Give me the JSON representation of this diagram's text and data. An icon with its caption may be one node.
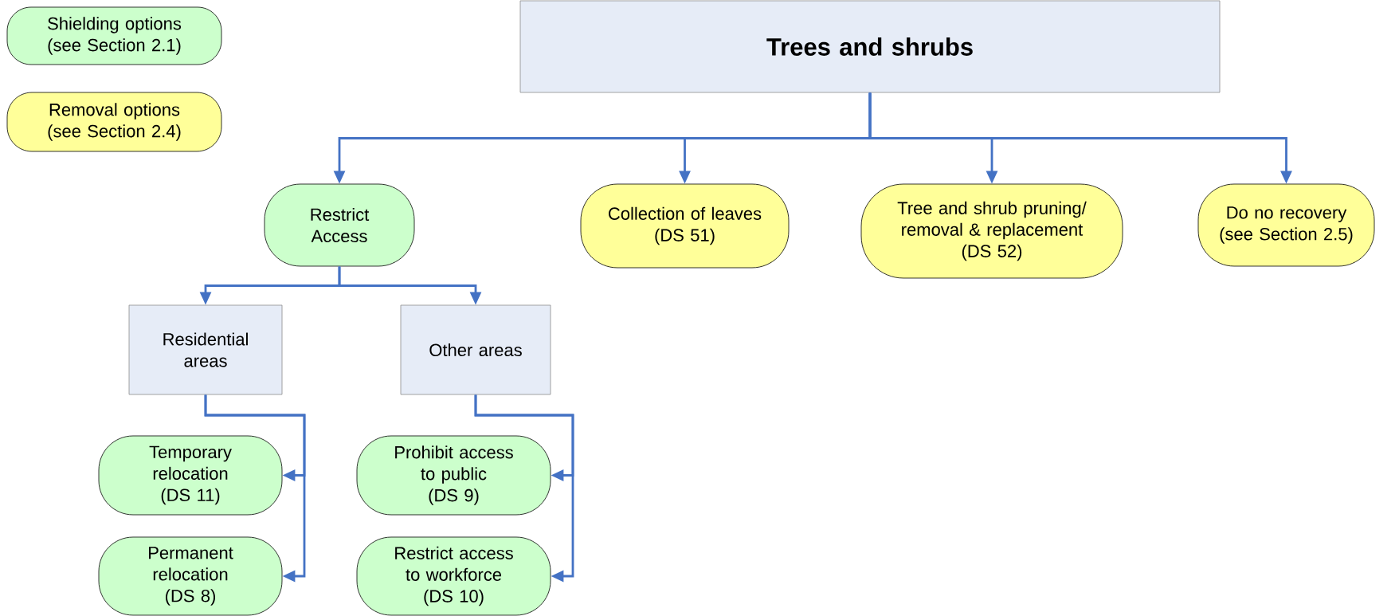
{
  "diagram": {
    "nodes": [
      {
        "text": [
          "Trees and shrubs"
        ]
      },
      {
        "text": [
          "Shielding options",
          "(see Section 2.1)"
        ]
      },
      {
        "text": [
          "Removal options",
          "(see Section 2.4)"
        ]
      },
      {
        "text": [
          "Restrict Access"
        ]
      },
      {
        "text": [
          "Collection of leaves",
          "(DS 51)"
        ]
      },
      {
        "text": [
          "Tree and shrub pruning/ removal & replacement",
          "(DS 52)"
        ]
      },
      {
        "text": [
          "Do no recovery",
          "(see Section 2.5)"
        ]
      },
      {
        "text": [
          "Residential areas"
        ]
      },
      {
        "text": [
          "Other areas"
        ]
      },
      {
        "text": [
          "Temporary relocation",
          "(DS 11)"
        ]
      },
      {
        "text": [
          "Permanent relocation",
          "(DS 8)"
        ]
      },
      {
        "text": [
          "Prohibit access to public",
          "(DS 9)"
        ]
      },
      {
        "text": [
          "Restrict access to workforce",
          "(DS 10)"
        ]
      }
    ],
    "edges": [
      {
        "from": 0,
        "to": 3,
        "arrow": "to"
      },
      {
        "from": 0,
        "to": 4,
        "arrow": "to"
      },
      {
        "from": 0,
        "to": 5,
        "arrow": "to"
      },
      {
        "from": 0,
        "to": 6,
        "arrow": "to"
      },
      {
        "from": 3,
        "to": 7,
        "arrow": "to"
      },
      {
        "from": 3,
        "to": 8,
        "arrow": "to"
      },
      {
        "from": 7,
        "to": 9,
        "arrow": "to"
      },
      {
        "from": 7,
        "to": 10,
        "arrow": "to"
      },
      {
        "from": 8,
        "to": 11,
        "arrow": "to"
      },
      {
        "from": 8,
        "to": 12,
        "arrow": "to"
      }
    ]
  }
}
